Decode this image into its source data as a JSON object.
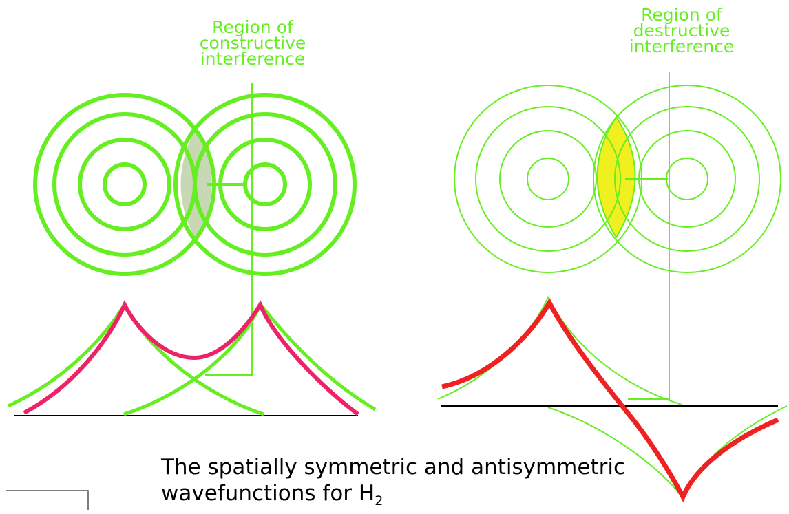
{
  "left_panel": {
    "label_lines": [
      "Region of",
      "constructive",
      "interference"
    ]
  },
  "right_panel": {
    "label_lines": [
      "Region of",
      "destructive",
      "interference"
    ]
  },
  "caption": {
    "line1": "The spatially symmetric and antisymmetric",
    "line2_prefix": "wavefunctions for H",
    "subscript": "2"
  },
  "colors": {
    "wave": "#66ee22",
    "label": "#66ee22",
    "combined": "#ee2222",
    "overlap_constructive": "#c8d8b4",
    "overlap_destructive": "#f0f020",
    "axis": "#000000"
  },
  "icons": [
    "concentric-circles",
    "arrow-leader-line"
  ]
}
